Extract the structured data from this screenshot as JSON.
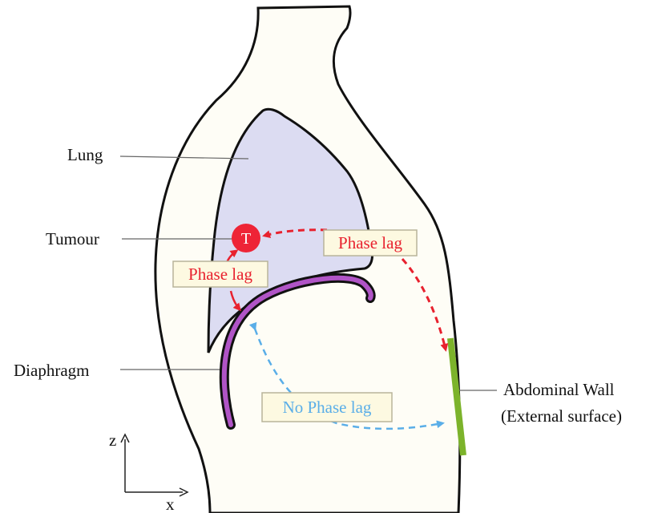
{
  "labels": {
    "lung": "Lung",
    "tumour": "Tumour",
    "diaphragm": "Diaphragm",
    "abdominal_wall_line1": "Abdominal Wall",
    "abdominal_wall_line2": "(External surface)"
  },
  "tumour_marker": "T",
  "phase_lag_labels": {
    "upper": "Phase lag",
    "left": "Phase lag",
    "no_lag": "No Phase lag"
  },
  "axes": {
    "vertical": "z",
    "horizontal": "x"
  },
  "colors": {
    "body_fill": "#fefdf6",
    "outline": "#111111",
    "lung_fill": "#dcdcf2",
    "tumour": "#ee2436",
    "phase_lag": "#e8212e",
    "no_phase_lag": "#5aaee8",
    "diaphragm": "#b054c6",
    "abdominal_wall": "#7cb32b",
    "label_box_fill": "#fdf9e1",
    "label_box_border": "#b8b49a"
  }
}
